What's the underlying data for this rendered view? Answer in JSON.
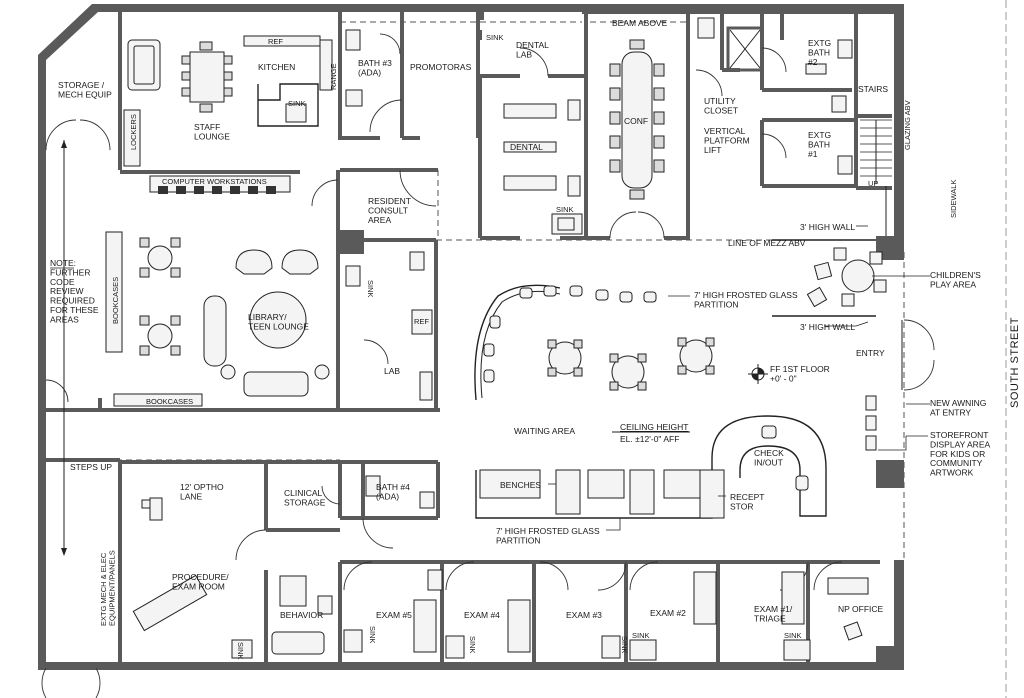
{
  "rooms": {
    "storage_mech": "STORAGE /\nMECH EQUIP",
    "lockers": "LOCKERS",
    "staff_lounge": "STAFF\nLOUNGE",
    "kitchen": "KITCHEN",
    "ref": "REF",
    "sink": "SINK",
    "range": "RANGE",
    "bath3": "BATH #3\n(ADA)",
    "promotoras": "PROMOTORAS",
    "dental_lab": "DENTAL\nLAB",
    "dental": "DENTAL",
    "beam_above": "BEAM ABOVE",
    "conf": "CONF",
    "utility_closet": "UTILITY\nCLOSET",
    "vertical_lift": "VERTICAL\nPLATFORM\nLIFT",
    "extg_bath2": "EXTG\nBATH\n#2",
    "extg_bath1": "EXTG\nBATH\n#1",
    "stairs": "STAIRS",
    "up": "UP",
    "glazing_abv": "GLAZING ABV",
    "computer_workstations": "COMPUTER WORKSTATIONS",
    "resident_consult": "RESIDENT\nCONSULT\nAREA",
    "bookcases_v": "BOOKCASES",
    "library": "LIBRARY/\nTEEN LOUNGE",
    "bookcases_h": "BOOKCASES",
    "lab": "LAB",
    "waiting_area": "WAITING AREA",
    "steps_up": "STEPS UP",
    "ortho_lane": "12' OPTHO\nLANE",
    "clinical_storage": "CLINICAL\nSTORAGE",
    "bath4": "BATH #4\n(ADA)",
    "procedure_exam": "PROCEDURE/\nEXAM ROOM",
    "behavior": "BEHAVIOR",
    "exam5": "EXAM #5",
    "exam4": "EXAM #4",
    "exam3": "EXAM #3",
    "exam2": "EXAM #2",
    "exam1": "EXAM #1/\nTRIAGE",
    "np_office": "NP OFFICE",
    "benches": "BENCHES",
    "check_inout": "CHECK\nIN/OUT",
    "recept_stor": "RECEPT\nSTOR",
    "extg_mech_elec": "EXTG MECH & ELEC\nEQUIPMENT/PANELS",
    "entry": "ENTRY"
  },
  "notes": {
    "code_review": "NOTE:\nFURTHER\nCODE\nREVIEW\nREQUIRED\nFOR THESE\nAREAS",
    "line_of_mezz": "LINE OF MEZZ ABV",
    "wall_3ft_top": "3' HIGH WALL",
    "wall_3ft_bottom": "3' HIGH WALL",
    "childrens_play": "CHILDREN'S\nPLAY AREA",
    "frosted_partition_top": "7' HIGH FROSTED GLASS\nPARTITION",
    "frosted_partition_bottom": "7' HIGH FROSTED GLASS\nPARTITION",
    "ff_first_floor": "FF 1ST FLOOR\n+0' - 0\"",
    "ceiling_height": "CEILING HEIGHT",
    "ceiling_el": "EL. ±12'-0\" AFF",
    "new_awning": "NEW AWNING\nAT ENTRY",
    "storefront": "STOREFRONT\nDISPLAY AREA\nFOR KIDS OR\nCOMMUNITY\nARTWORK",
    "sidewalk": "SIDEWALK",
    "south_street": "SOUTH STREET"
  }
}
